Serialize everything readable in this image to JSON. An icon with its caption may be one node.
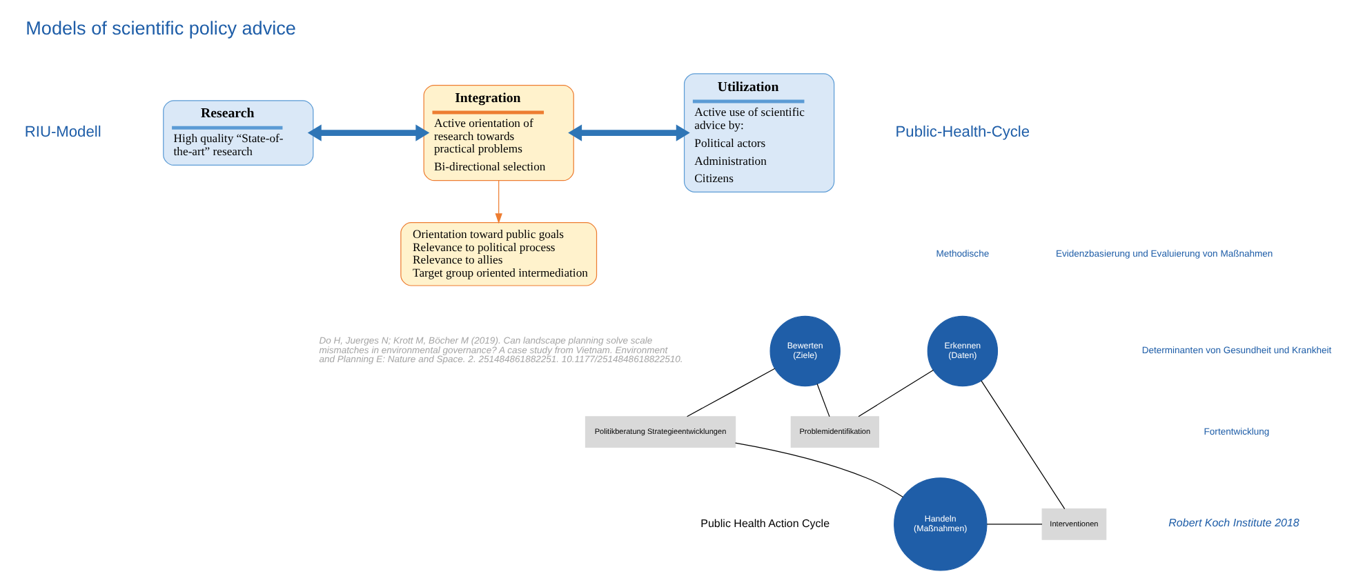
{
  "diagram": {
    "title": "Models of scientific policy advice",
    "nodes": [
      {
        "text": [
          "Research",
          "High quality “State-of-the-art” research"
        ]
      },
      {
        "text": [
          "Integration",
          "Active orientation of research towards practical problems",
          "Bi-directional selection"
        ]
      },
      {
        "text": [
          "Utilization",
          "Active use of scientific advice by:",
          "Political actors",
          "Administration",
          "Citizens"
        ]
      },
      {
        "text": [
          "Orientation toward public goals",
          "Relevance to political process",
          "Relevance to allies",
          "Target group oriented intermediation"
        ]
      },
      {
        "text": [
          "Erkennen",
          "(Daten)"
        ]
      },
      {
        "text": [
          "Problemidentifikation"
        ]
      },
      {
        "text": [
          "Bewerten",
          "(Ziele)"
        ]
      },
      {
        "text": [
          "Politikberatung Strategieentwicklungen"
        ]
      },
      {
        "text": [
          "Handeln",
          "(Maßnahmen)"
        ]
      },
      {
        "text": [
          "Interventionen"
        ]
      }
    ],
    "edges": [
      {
        "from": 0,
        "to": 1,
        "arrow": "both",
        "style": "thick",
        "color": "#2e75b6"
      },
      {
        "from": 1,
        "to": 2,
        "arrow": "both",
        "style": "thick",
        "color": "#2e75b6"
      },
      {
        "from": 1,
        "to": 3,
        "arrow": "to",
        "color": "#ed7d31"
      },
      {
        "from": 4,
        "to": 5,
        "arrow": "none"
      },
      {
        "from": 5,
        "to": 6,
        "arrow": "none"
      },
      {
        "from": 6,
        "to": 7,
        "arrow": "none"
      },
      {
        "from": 7,
        "to": 8,
        "arrow": "none"
      },
      {
        "from": 8,
        "to": 9,
        "arrow": "none"
      },
      {
        "from": 9,
        "to": 4,
        "arrow": "none"
      }
    ],
    "labels": [
      "RIU-Modell",
      "Public-Health-Cycle",
      "Methodische",
      "Determinanten von Gesundheit und Krankheit",
      "Evidenzbasierung und Evaluierung von Maßnahmen",
      "Public Health Action Cycle",
      "Fortentwicklung",
      "Do H, Juerges N; Krott M, Böcher M (2019). Can landscape planning solve scale mismatches in environmental governance? A case study from Vietnam. Environment and Planning E: Nature and Space. 2. 251484861882251. 10.1177/2514848618822510.",
      "Robert Koch Institute 2018"
    ]
  }
}
